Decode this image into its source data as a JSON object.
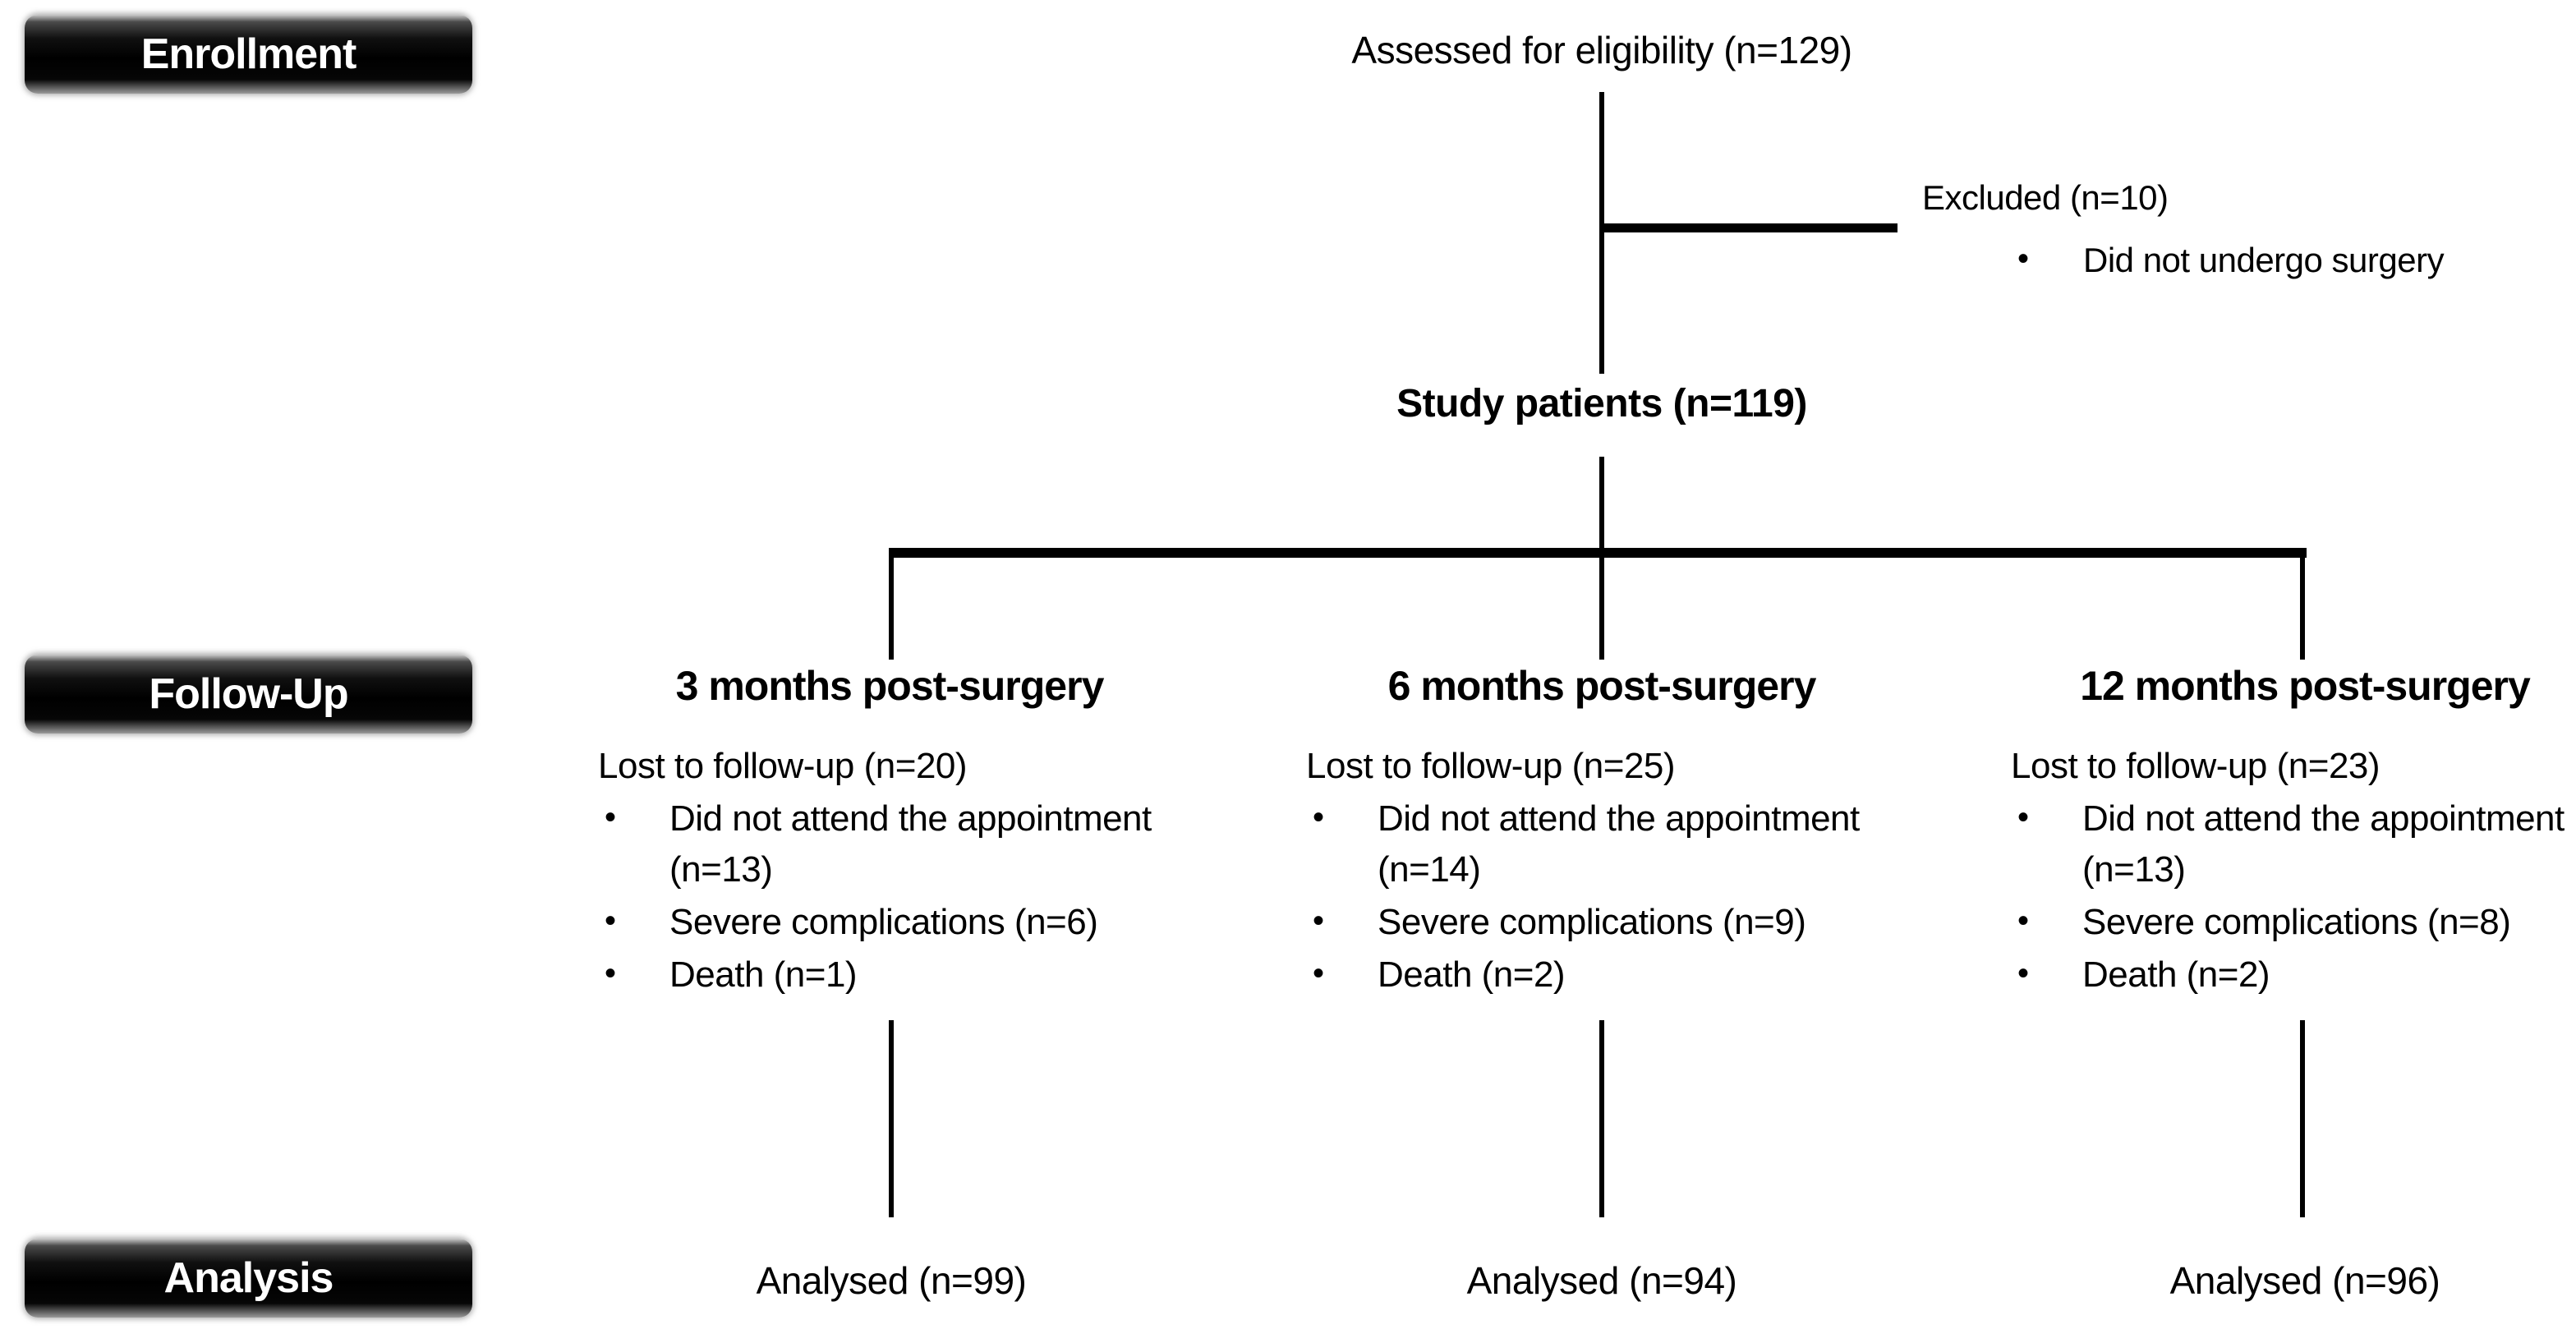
{
  "colors": {
    "background": "#ffffff",
    "text": "#000000",
    "line": "#000000",
    "badge_fill": "#000000",
    "badge_text": "#ffffff"
  },
  "glyphs": {
    "bullet": "•"
  },
  "stages": {
    "enrollment": "Enrollment",
    "followup": "Follow-Up",
    "analysis": "Analysis"
  },
  "enrollment": {
    "assessed": "Assessed for eligibility (n=129)",
    "excluded_title": "Excluded (n=10)",
    "excluded_reason": "Did not undergo surgery",
    "study_patients": "Study patients (n=119)"
  },
  "followup_columns": [
    {
      "header": "3 months post-surgery",
      "lost": "Lost to follow-up (n=20)",
      "reasons": [
        "Did not attend the appointment (n=13)",
        "Severe complications (n=6)",
        "Death (n=1)"
      ],
      "analysed": "Analysed (n=99)"
    },
    {
      "header": "6 months post-surgery",
      "lost": "Lost to follow-up (n=25)",
      "reasons": [
        "Did not attend the appointment (n=14)",
        "Severe complications (n=9)",
        "Death (n=2)"
      ],
      "analysed": "Analysed (n=94)"
    },
    {
      "header": "12 months post-surgery",
      "lost": "Lost to follow-up (n=23)",
      "reasons": [
        "Did not attend the appointment (n=13)",
        "Severe complications (n=8)",
        "Death (n=2)"
      ],
      "analysed": "Analysed (n=96)"
    }
  ]
}
